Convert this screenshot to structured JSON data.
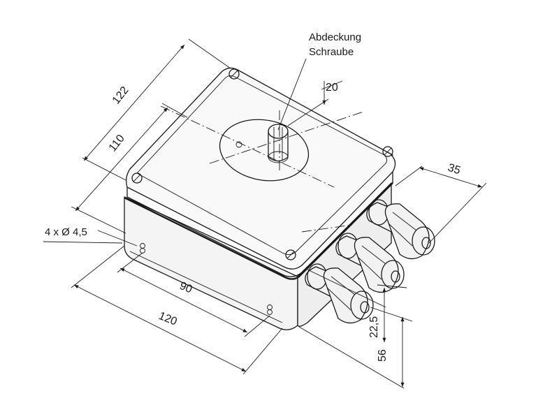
{
  "labels": {
    "cover_screw_line1": "Abdeckung",
    "cover_screw_line2": "Schraube",
    "holes": "4 x Ø 4,5"
  },
  "dimensions": {
    "length_overall": "122",
    "length_holes": "110",
    "width_overall": "120",
    "width_holes": "90",
    "height_total": "56",
    "height_gland": "22,5",
    "gland_spacing": "35",
    "screw_height": "20"
  }
}
